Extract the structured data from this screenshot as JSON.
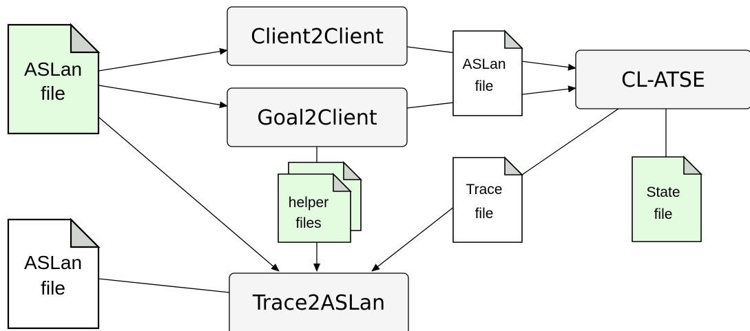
{
  "colors": {
    "process_fill": "#f5f5f5",
    "file_green": "#e3fce0",
    "file_white": "#ffffff",
    "fold": "#cfd6cd",
    "stroke": "#000000"
  },
  "nodes": {
    "client2client": "Client2Client",
    "goal2client": "Goal2Client",
    "clatse": "CL-ATSE",
    "trace2aslan": "Trace2ASLan",
    "aslan_input": {
      "line1": "ASLan",
      "line2": "file"
    },
    "aslan_mid": {
      "line1": "ASLan",
      "line2": "file"
    },
    "helper_files": {
      "line1": "helper",
      "line2": "files"
    },
    "trace_file": {
      "line1": "Trace",
      "line2": "file"
    },
    "state_file": {
      "line1": "State",
      "line2": "file"
    },
    "aslan_output": {
      "line1": "ASLan",
      "line2": "file"
    }
  },
  "edges": [
    {
      "from": "aslan_input",
      "to": "client2client",
      "arrow": true
    },
    {
      "from": "aslan_input",
      "to": "goal2client",
      "arrow": true
    },
    {
      "from": "aslan_input",
      "to": "trace2aslan",
      "arrow": true
    },
    {
      "from": "client2client",
      "to": "clatse",
      "arrow": true
    },
    {
      "from": "goal2client",
      "to": "clatse",
      "arrow": true
    },
    {
      "from": "goal2client",
      "to": "helper_files",
      "arrow": false
    },
    {
      "from": "helper_files",
      "to": "trace2aslan",
      "arrow": true
    },
    {
      "from": "clatse",
      "to": "trace_file",
      "arrow": false
    },
    {
      "from": "trace_file",
      "to": "trace2aslan",
      "arrow": true
    },
    {
      "from": "clatse",
      "to": "state_file",
      "arrow": false
    },
    {
      "from": "aslan_output",
      "to": "trace2aslan",
      "arrow": false
    }
  ]
}
